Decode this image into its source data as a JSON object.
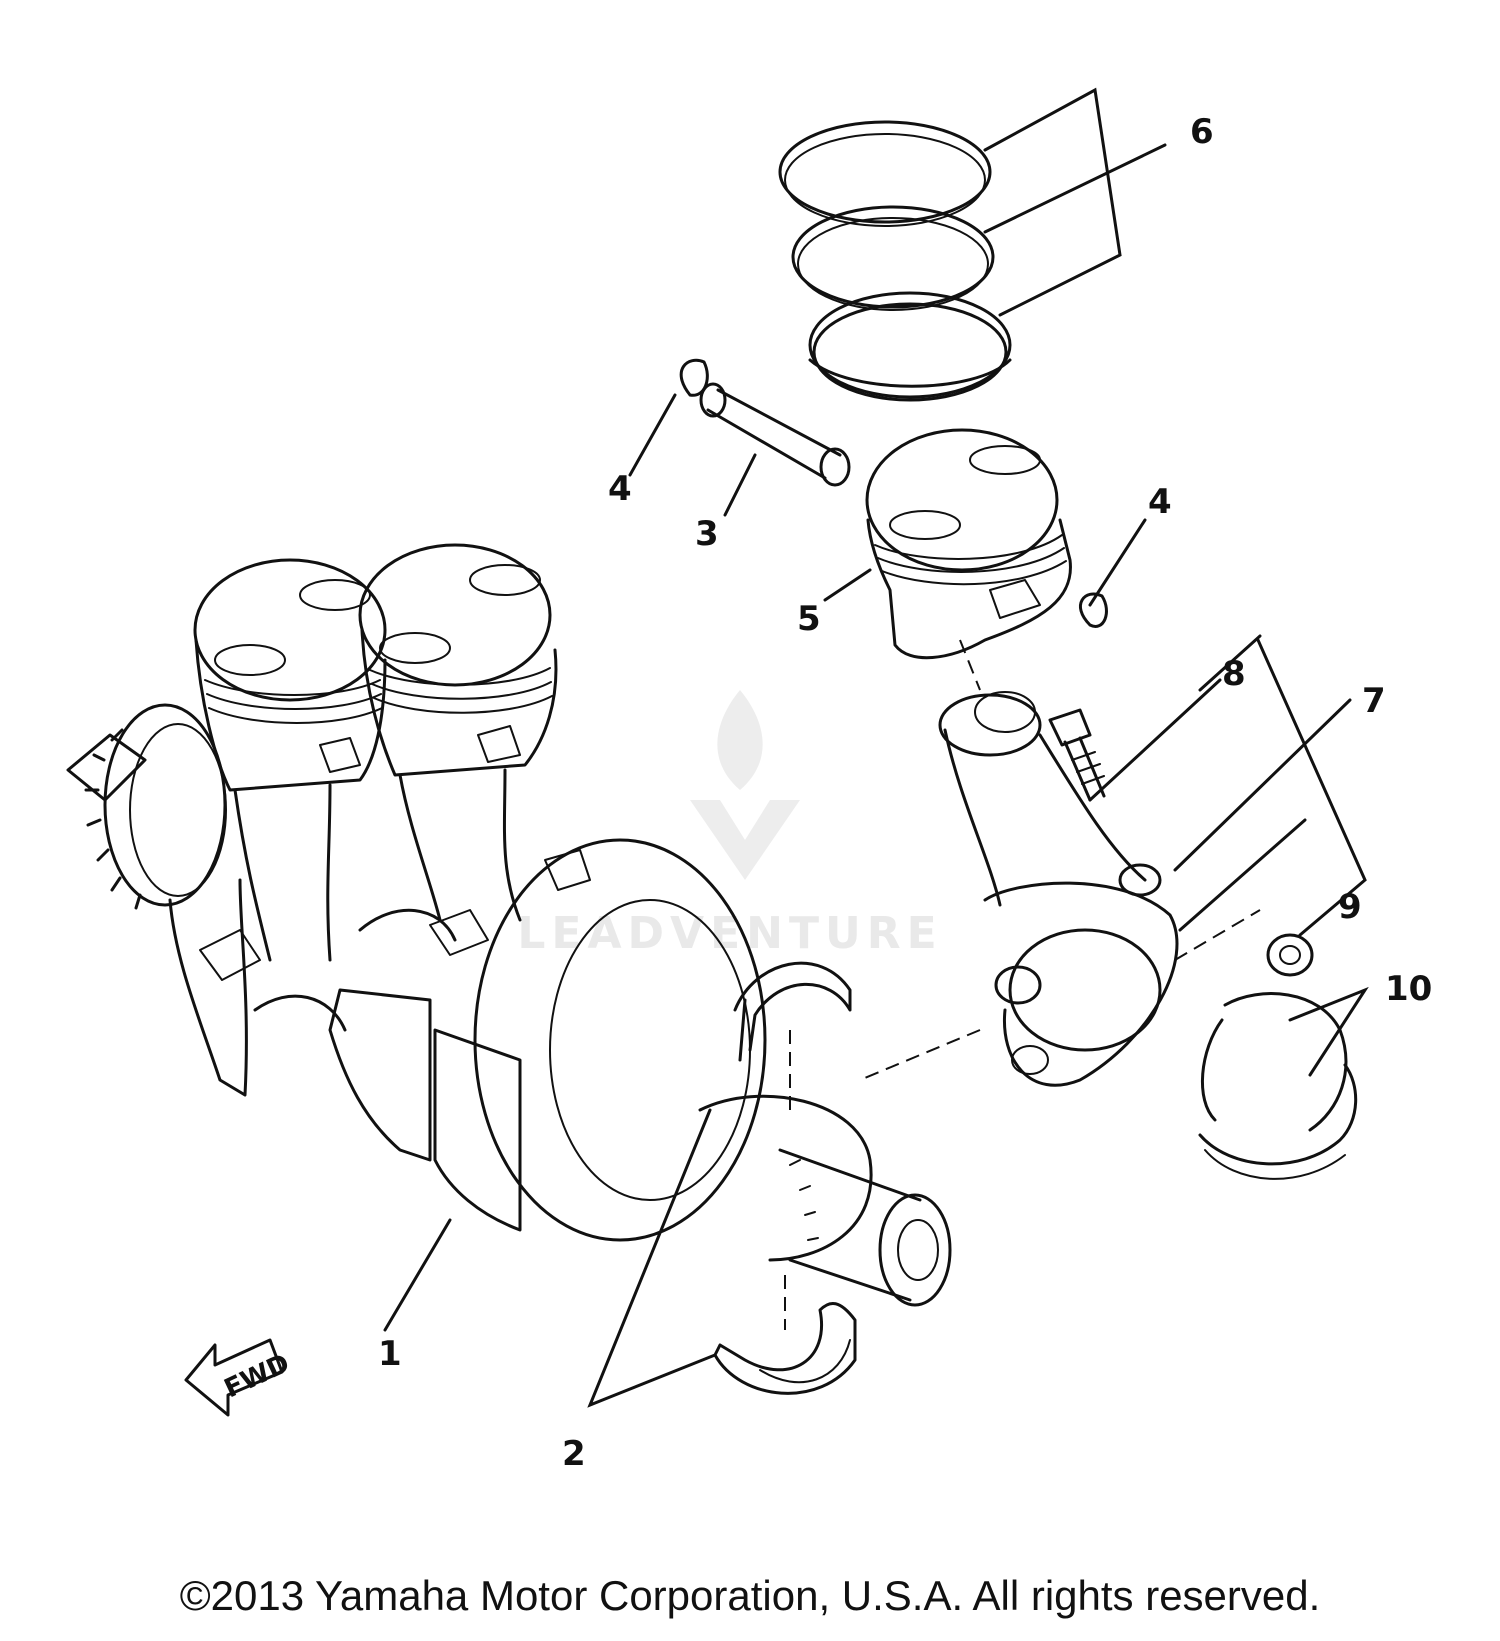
{
  "diagram": {
    "callouts": {
      "c1": "1",
      "c2": "2",
      "c3": "3",
      "c4a": "4",
      "c4b": "4",
      "c5": "5",
      "c6": "6",
      "c7": "7",
      "c8": "8",
      "c9": "9",
      "c10": "10"
    },
    "fwd_label": "FWD",
    "watermark": "LEADVENTURE"
  },
  "footer": {
    "copyright": "©2013 Yamaha Motor Corporation, U.S.A. All rights reserved."
  }
}
